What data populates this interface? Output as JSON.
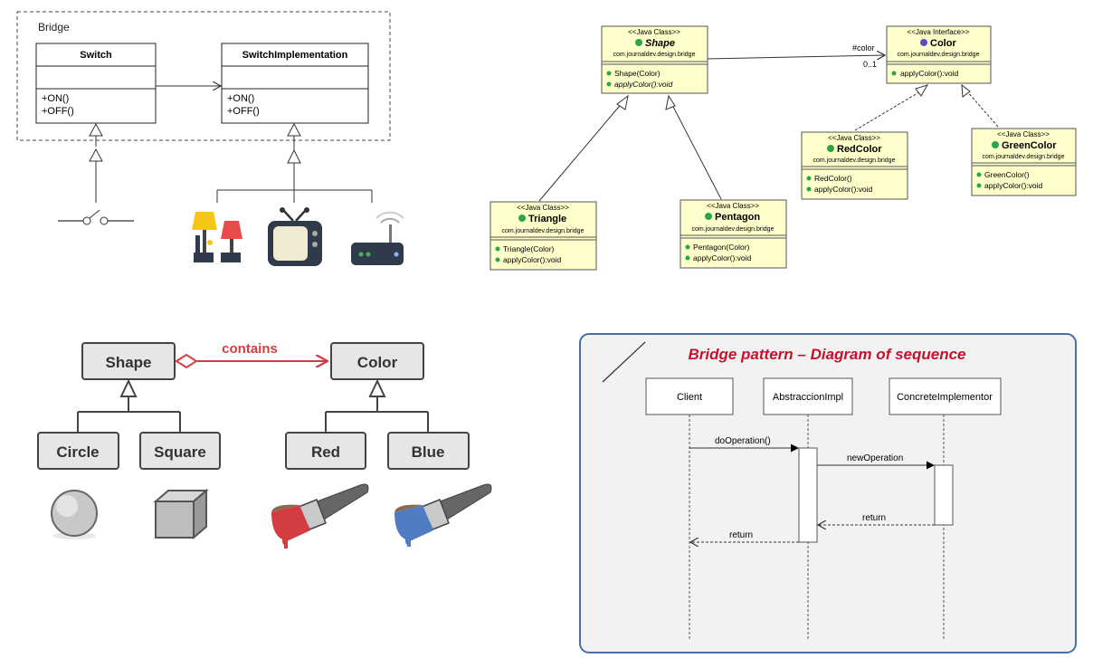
{
  "q1": {
    "title": "Bridge",
    "switch": {
      "name": "Switch",
      "ops": [
        "+ON()",
        "+OFF()"
      ]
    },
    "impl": {
      "name": "SwitchImplementation",
      "ops": [
        "+ON()",
        "+OFF()"
      ]
    },
    "icons": [
      "switch-symbol-icon",
      "lamps-icon",
      "tv-icon",
      "router-icon"
    ]
  },
  "q2": {
    "shape": {
      "stereo": "<<Java Class>>",
      "name": "Shape",
      "pkg": "com.journaldev.design.bridge",
      "ops": [
        "Shape(Color)",
        "applyColor():void"
      ]
    },
    "color": {
      "stereo": "<<Java Interface>>",
      "name": "Color",
      "pkg": "com.journaldev.design.bridge",
      "ops": [
        "applyColor():void"
      ]
    },
    "red": {
      "stereo": "<<Java Class>>",
      "name": "RedColor",
      "pkg": "com.journaldev.design.bridge",
      "ops": [
        "RedColor()",
        "applyColor():void"
      ]
    },
    "green": {
      "stereo": "<<Java Class>>",
      "name": "GreenColor",
      "pkg": "com.journaldev.design.bridge",
      "ops": [
        "GreenColor()",
        "applyColor():void"
      ]
    },
    "triangle": {
      "stereo": "<<Java Class>>",
      "name": "Triangle",
      "pkg": "com.journaldev.design.bridge",
      "ops": [
        "Triangle(Color)",
        "applyColor():void"
      ]
    },
    "pentagon": {
      "stereo": "<<Java Class>>",
      "name": "Pentagon",
      "pkg": "com.journaldev.design.bridge",
      "ops": [
        "Pentagon(Color)",
        "applyColor():void"
      ]
    },
    "assoc_role": "#color",
    "assoc_mult": "0..1",
    "box_fill": "#ffffcc"
  },
  "q3": {
    "shape": "Shape",
    "color": "Color",
    "contains": "contains",
    "circle": "Circle",
    "square": "Square",
    "red": "Red",
    "blue": "Blue",
    "accent": "#d33c40"
  },
  "q4": {
    "title": "Bridge pattern – Diagram of sequence",
    "participants": [
      "Client",
      "AbstraccionImpl",
      "ConcreteImplementor"
    ],
    "messages": [
      "doOperation()",
      "newOperation",
      "return",
      "return"
    ],
    "title_color": "#c8102e"
  }
}
